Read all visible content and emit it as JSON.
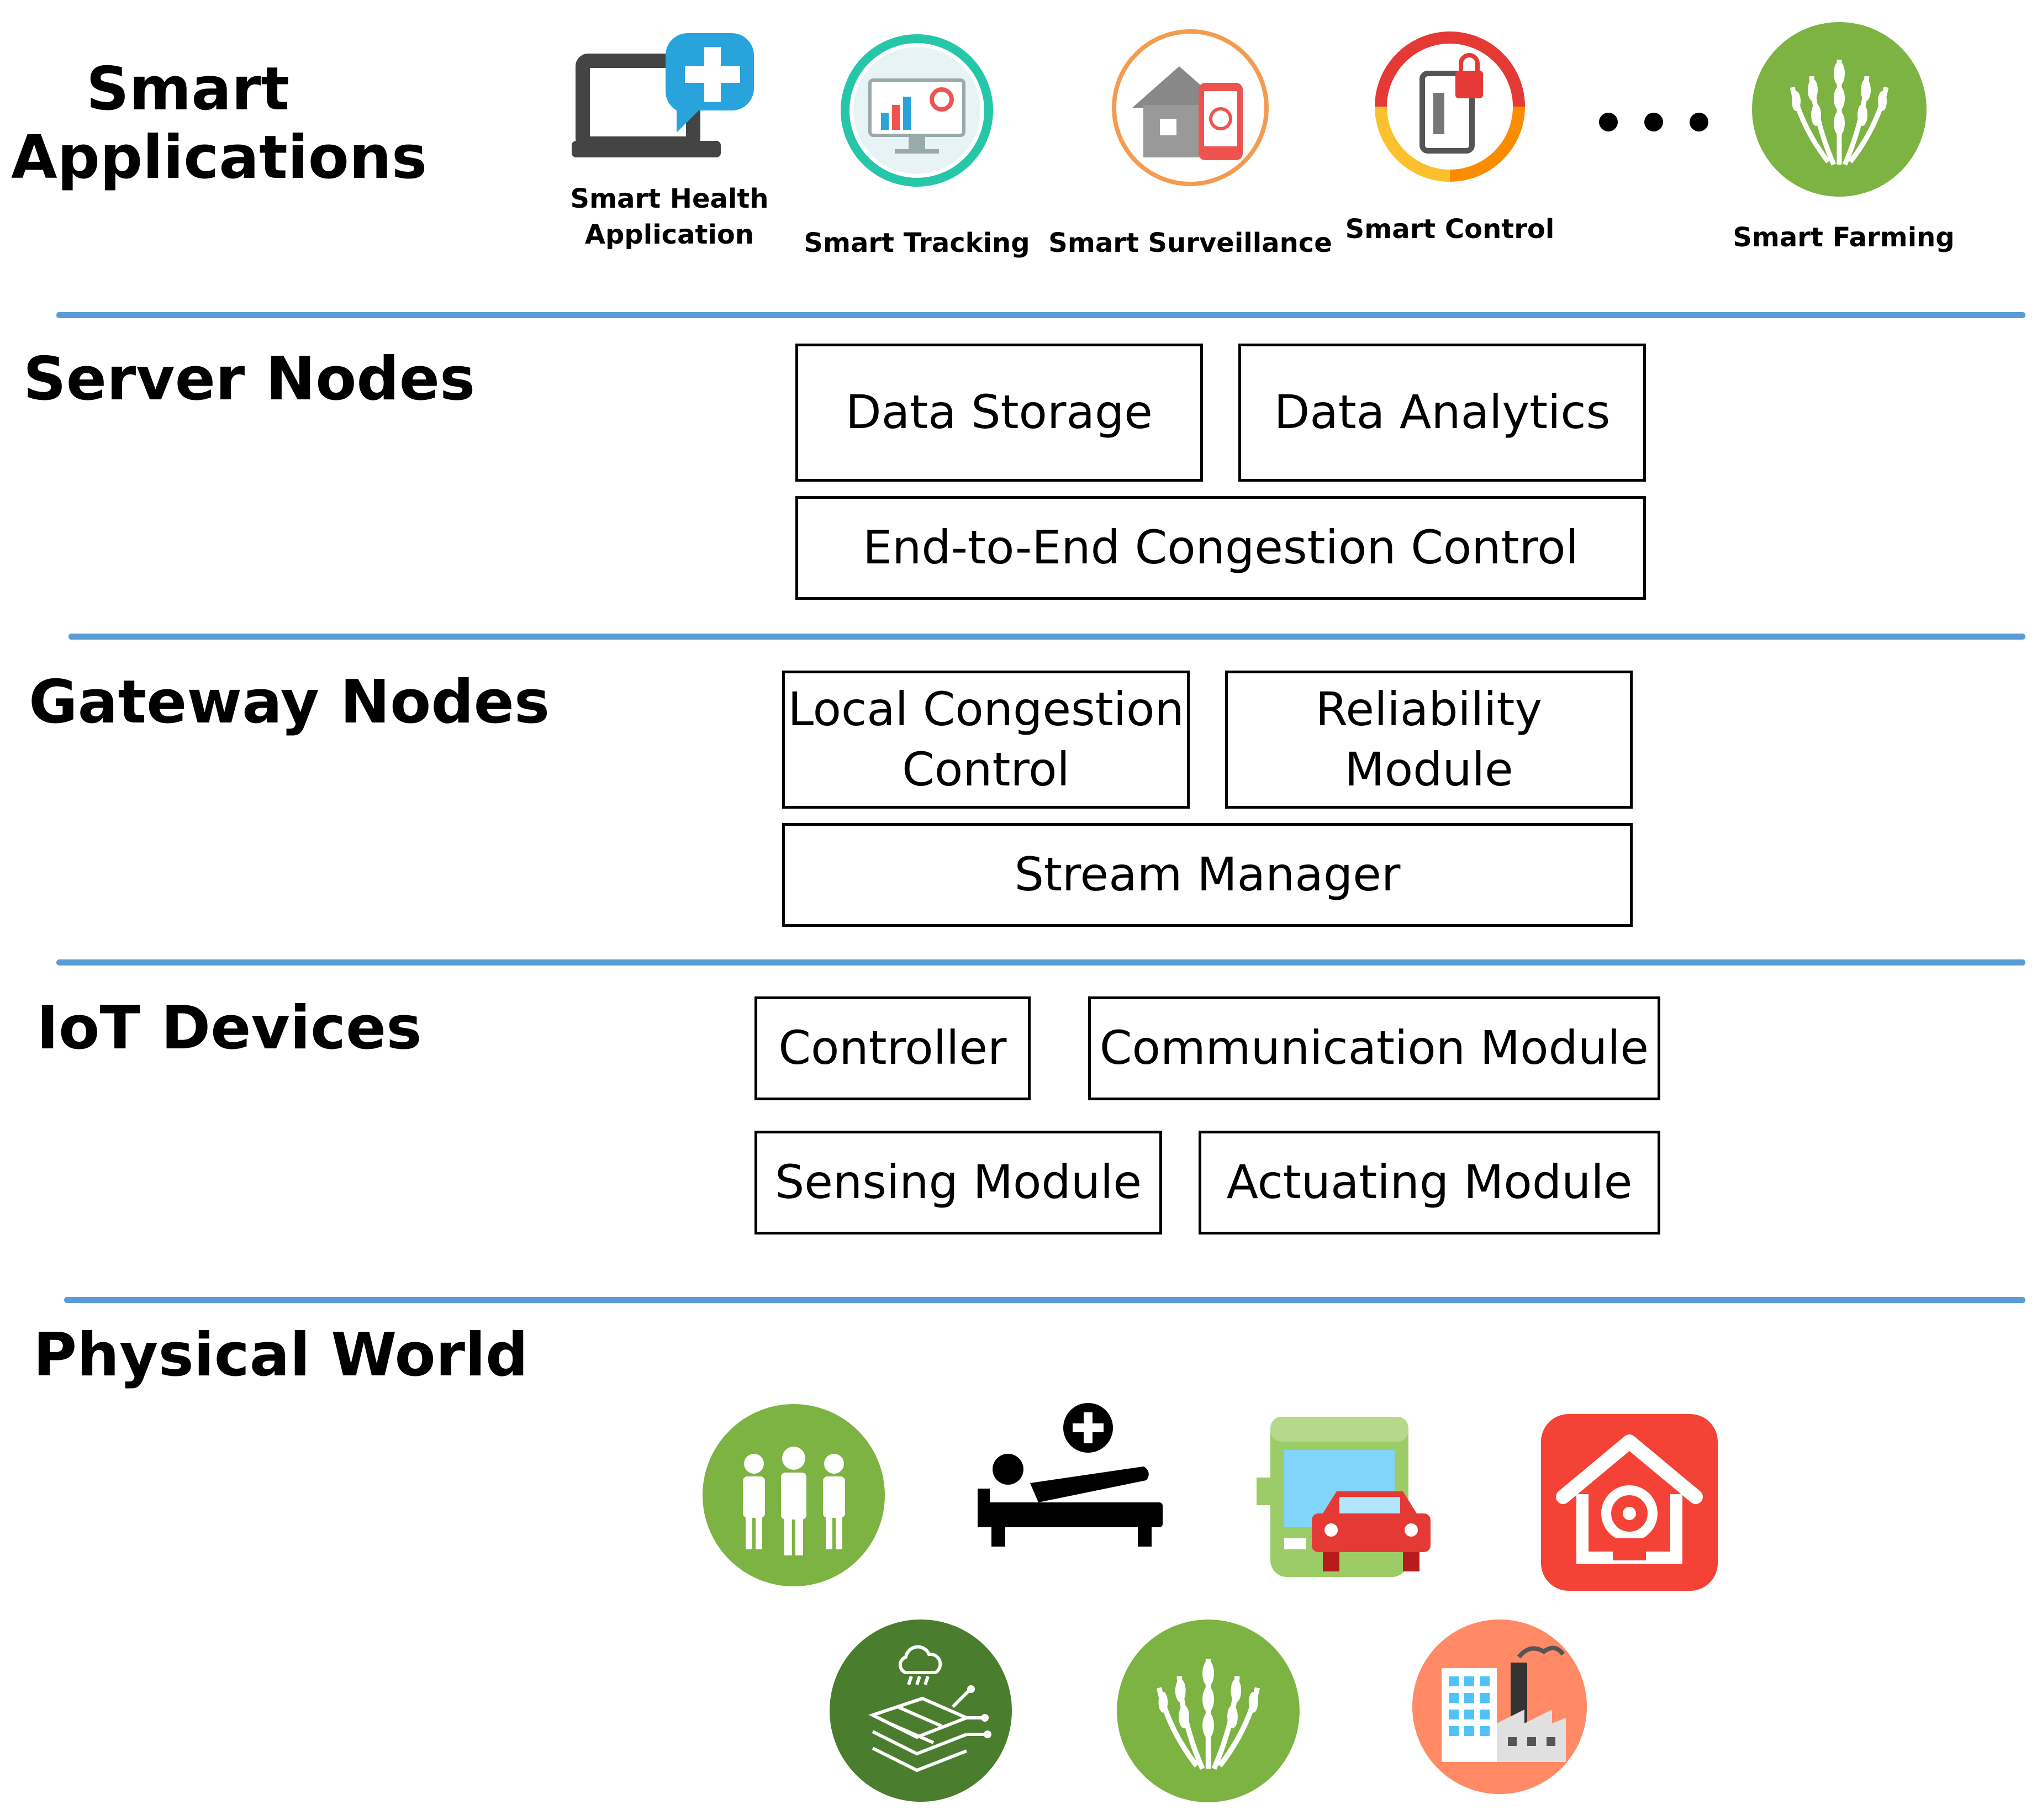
{
  "layers": {
    "apps": {
      "title_line1": "Smart",
      "title_line2": "Applications"
    },
    "server": {
      "title": "Server Nodes",
      "boxes": [
        "Data Storage",
        "Data Analytics",
        "End-to-End Congestion Control"
      ]
    },
    "gateway": {
      "title": "Gateway Nodes",
      "box1_line1": "Local Congestion",
      "box1_line2": "Control",
      "box2_line1": "Reliability",
      "box2_line2": "Module",
      "box3": "Stream Manager"
    },
    "iot": {
      "title": "IoT Devices",
      "boxes": [
        "Controller",
        "Communication Module",
        "Sensing Module",
        "Actuating Module"
      ]
    },
    "physical": {
      "title": "Physical World"
    }
  },
  "apps": [
    {
      "line1": "Smart Health",
      "line2": "Application",
      "icon": "laptop-medical-icon"
    },
    {
      "line1": "Smart Tracking",
      "line2": "",
      "icon": "monitor-dashboard-icon"
    },
    {
      "line1": "Smart Surveillance",
      "line2": "",
      "icon": "house-phone-icon"
    },
    {
      "line1": "Smart Control",
      "line2": "",
      "icon": "smart-lock-icon"
    },
    {
      "line1": "Smart Farming",
      "line2": "",
      "icon": "wheat-icon"
    }
  ],
  "physical_icons": [
    "people-icon",
    "patient-bed-icon",
    "bus-car-icon",
    "smart-home-icon",
    "smart-field-icon",
    "wheat-icon",
    "factory-icon"
  ],
  "colors": {
    "divider": "#5b9bd5",
    "green": "#7cb342",
    "dark_green": "#4a7d2e",
    "red": "#e53935",
    "orange": "#ff8a65",
    "blue": "#29a3dc"
  }
}
